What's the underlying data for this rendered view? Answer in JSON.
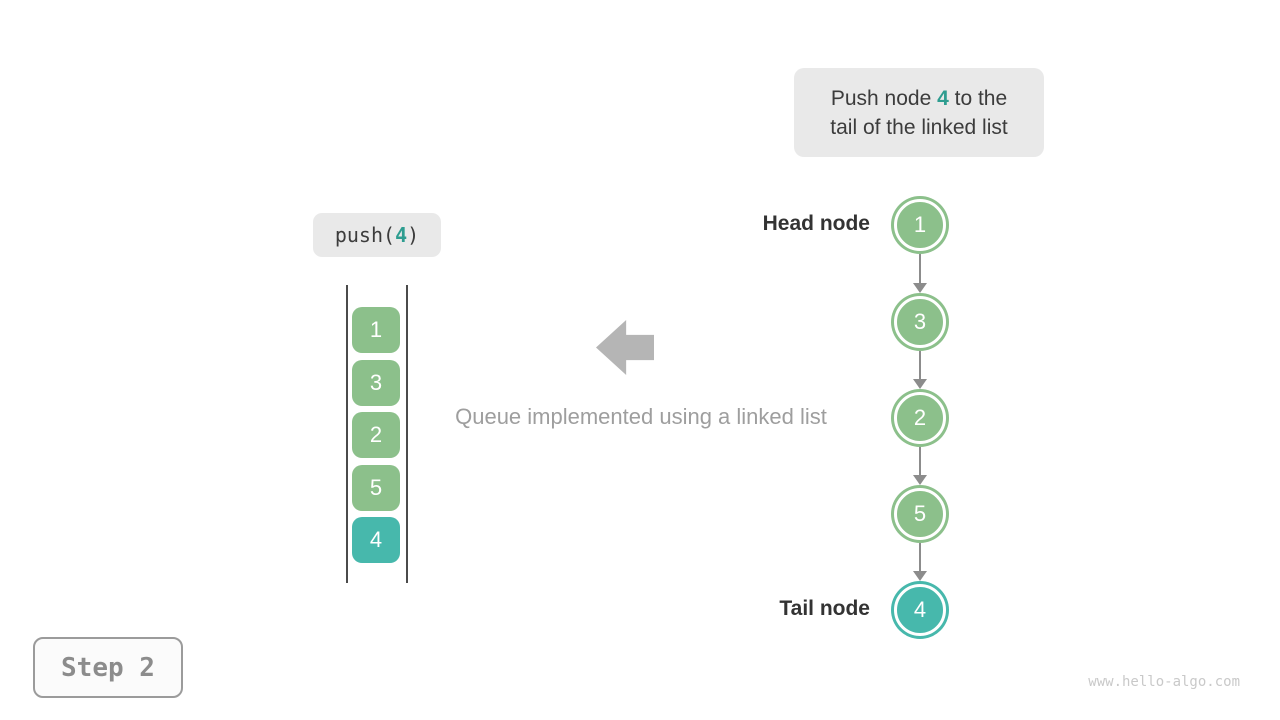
{
  "colors": {
    "node_green": "#8cc08b",
    "node_teal": "#47b8ac",
    "highlight_text_teal": "#2e9d90",
    "callout_bg": "#e9e9e9",
    "caption_gray": "#9e9e9e",
    "arrow_gray": "#b5b5b5",
    "connector_gray": "#8c8c8c"
  },
  "callout": {
    "line1_part1": "Push node ",
    "line1_highlight": "4",
    "line1_part2": " to the",
    "line2": "tail of the linked list"
  },
  "push_label": {
    "part1": "push(",
    "highlight": "4",
    "part2": ")"
  },
  "stack": {
    "items": [
      "1",
      "3",
      "2",
      "5",
      "4"
    ]
  },
  "caption": "Queue implemented using a linked list",
  "linked_list": {
    "head_label": "Head node",
    "tail_label": "Tail node",
    "nodes": [
      "1",
      "3",
      "2",
      "5",
      "4"
    ]
  },
  "step_label": "Step 2",
  "watermark": "www.hello-algo.com"
}
